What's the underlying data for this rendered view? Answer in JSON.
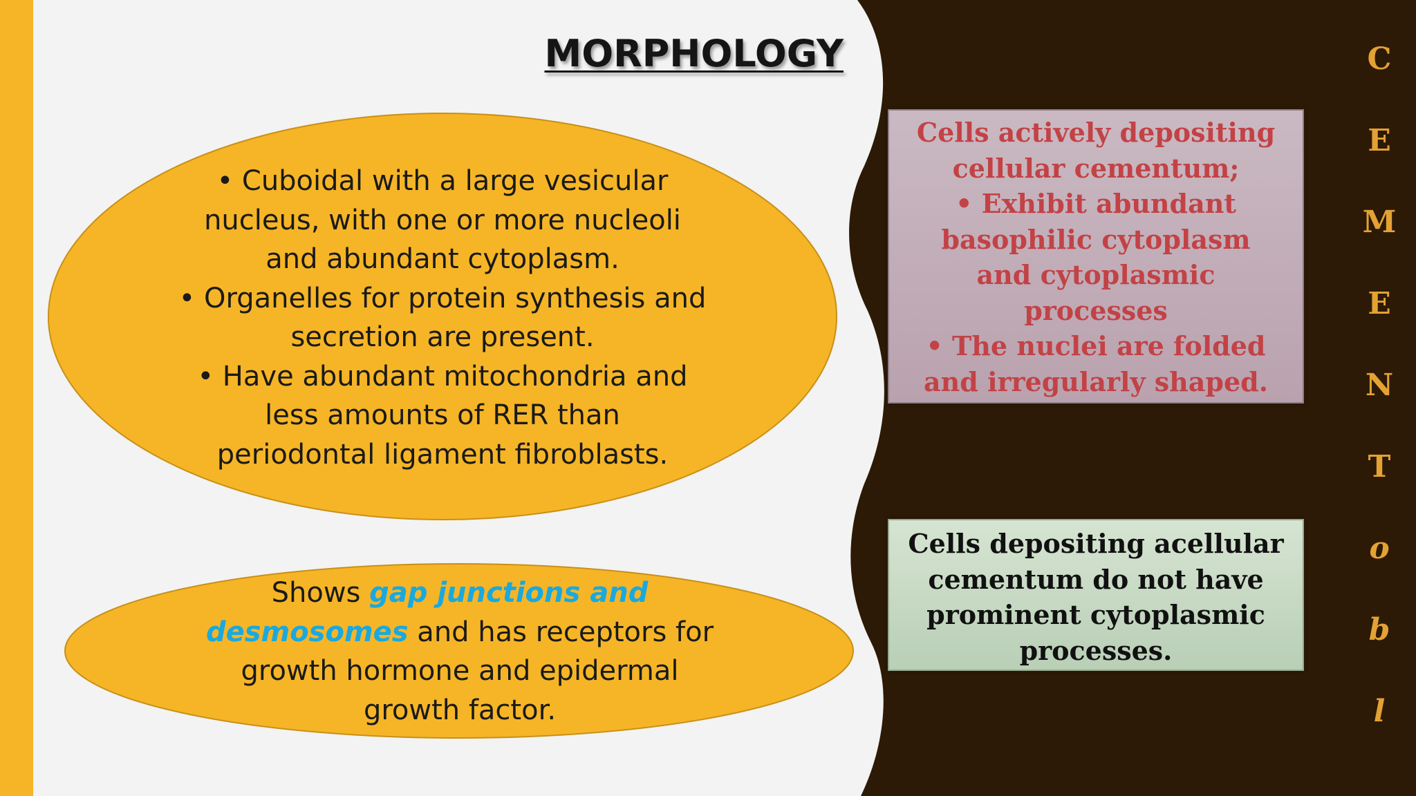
{
  "slide": {
    "title": "MORPHOLOGY",
    "colors": {
      "accent_orange": "#f6b526",
      "dark_panel": "#2c1a06",
      "background": "#f2f3f2",
      "highlight_blue": "#1aa9de",
      "cellular_text_red": "#c24246",
      "letter_gold": "#e3a233"
    }
  },
  "oval_morphology": {
    "bullets": [
      {
        "lines": [
          "• Cuboidal with a large vesicular",
          "nucleus, with one or more nucleoli",
          "and abundant cytoplasm."
        ]
      },
      {
        "lines": [
          "• Organelles for protein synthesis and",
          "secretion are present."
        ]
      },
      {
        "lines": [
          "• Have abundant mitochondria and",
          "less amounts of RER than",
          "periodontal ligament fibroblasts."
        ]
      }
    ]
  },
  "oval_junctions": {
    "text_before": "Shows ",
    "highlight_line1": "gap junctions and",
    "highlight_line2": "desmosomes",
    "text_after_line2": " and has receptors for",
    "line3": "growth hormone and epidermal",
    "line4": "growth factor."
  },
  "box_cellular": {
    "intro_lines": [
      "Cells actively depositing",
      "cellular cementum;"
    ],
    "bullets": [
      {
        "lines": [
          "• Exhibit abundant",
          "basophilic cytoplasm",
          "and cytoplasmic",
          "processes"
        ]
      },
      {
        "lines": [
          "• The nuclei are folded",
          "and irregularly shaped."
        ]
      }
    ]
  },
  "box_acellular": {
    "lines": [
      "Cells depositing acellular",
      "cementum do not have",
      "prominent cytoplasmic",
      "processes."
    ]
  },
  "vertical_word": {
    "letters": [
      "C",
      "E",
      "M",
      "E",
      "N",
      "T",
      "o",
      "b",
      "l"
    ]
  }
}
